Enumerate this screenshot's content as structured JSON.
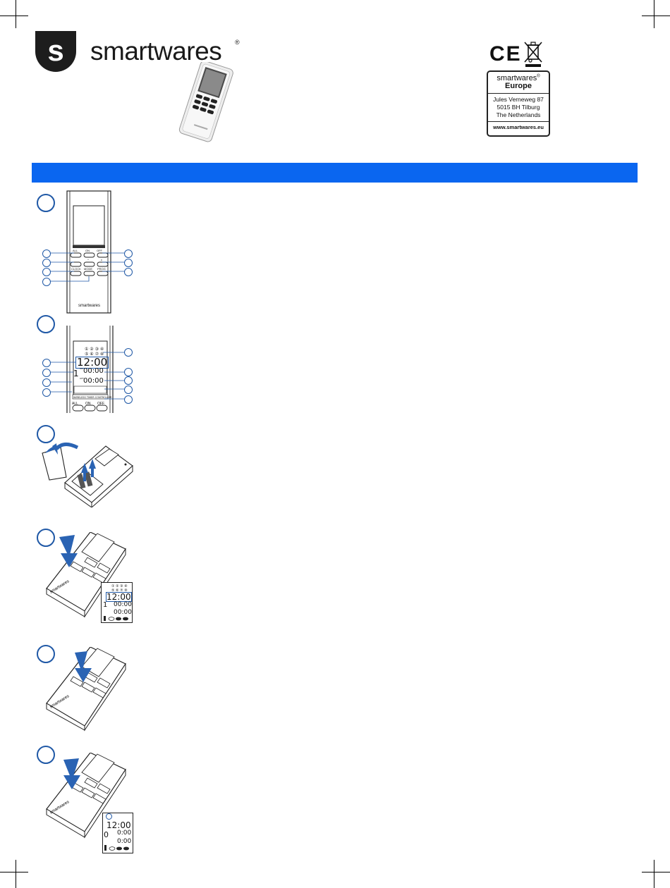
{
  "brand": {
    "name": "smartwares",
    "registered": "®",
    "logo_letter": "s"
  },
  "compliance": {
    "ce_mark": "CE",
    "weee_icon": "crossed-out-wheelie-bin"
  },
  "address_box": {
    "brand": "smartwares",
    "brand_mark": "®",
    "region": "Europe",
    "street": "Jules Verneweg 87",
    "city": "5015 BH Tilburg",
    "country": "The Netherlands",
    "website": "www.smartwares.eu"
  },
  "colors": {
    "accent_blue": "#0a66f0",
    "callout_blue": "#1f58a6",
    "arrow_blue": "#2a63b3"
  },
  "remote_buttons": {
    "all": "ALL",
    "on": "ON",
    "off": "OFF",
    "up": "^",
    "down": "v",
    "clock": "CLOCK",
    "mode": "MODE",
    "prog": "PROG",
    "brand": "smartwares"
  },
  "lcd": {
    "time": "12:00",
    "channel": "1",
    "on_time": "00:00",
    "off_time": "00:00",
    "days_row1": "① ② ③ ④",
    "days_row2": "⑤ ⑥ ⑦ ⑧",
    "footer": "WIRELESS TIMER CONTROLLER",
    "on_label": "ON",
    "off_label": "OFF"
  },
  "lcd_step6": {
    "time": "12:00",
    "channel": "0",
    "on_time": "0:00",
    "off_time": "0:00"
  }
}
